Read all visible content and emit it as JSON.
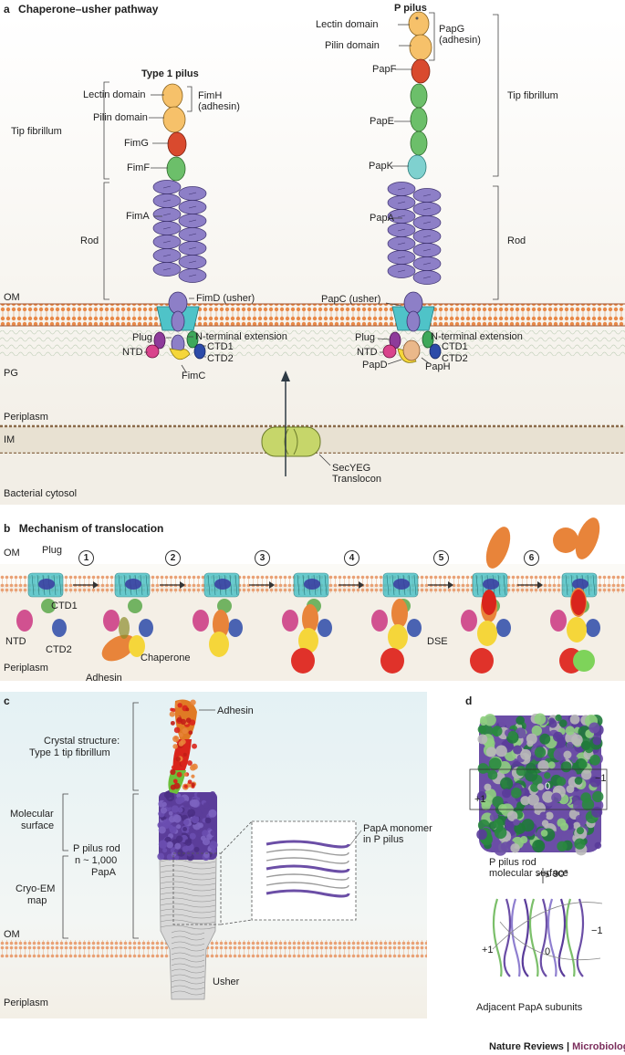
{
  "panel_a": {
    "letter": "a",
    "title": "Chaperone–usher pathway",
    "type1": {
      "title": "Type 1 pilus",
      "lectin": "Lectin domain",
      "pilin": "Pilin domain",
      "fimh1": "FimH",
      "fimh2": "(adhesin)",
      "tip": "Tip fibrillum",
      "fimg": "FimG",
      "fimf": "FimF",
      "rod": "Rod",
      "fima": "FimA",
      "usher": "FimD (usher)",
      "plug": "Plug",
      "nterm": "N-terminal extension",
      "ntd": "NTD",
      "ctd1": "CTD1",
      "ctd2": "CTD2",
      "chap": "FimC"
    },
    "p": {
      "title": "P pilus",
      "lectin": "Lectin domain",
      "pilin": "Pilin domain",
      "papg1": "PapG",
      "papg2": "(adhesin)",
      "papf": "PapF",
      "pape": "PapE",
      "papk": "PapK",
      "tip": "Tip fibrillum",
      "papa": "PapA",
      "rod": "Rod",
      "usher": "PapC (usher)",
      "plug": "Plug",
      "nterm": "N-terminal extension",
      "ntd": "NTD",
      "ctd1": "CTD1",
      "ctd2": "CTD2",
      "papd": "PapD",
      "paph": "PapH"
    },
    "om": "OM",
    "pg": "PG",
    "periplasm": "Periplasm",
    "im": "IM",
    "cytosol": "Bacterial cytosol",
    "secyeg": "SecYEG",
    "translocon": "Translocon"
  },
  "panel_b": {
    "letter": "b",
    "title": "Mechanism of translocation",
    "om": "OM",
    "plug": "Plug",
    "ctd1": "CTD1",
    "ntd": "NTD",
    "ctd2": "CTD2",
    "periplasm": "Periplasm",
    "adhesin": "Adhesin",
    "chaperone": "Chaperone",
    "dse": "DSE",
    "steps": [
      "1",
      "2",
      "3",
      "4",
      "5",
      "6"
    ]
  },
  "panel_c": {
    "letter": "c",
    "adhesin": "Adhesin",
    "crystal1": "Crystal structure:",
    "crystal2": "Type 1 tip fibrillum",
    "mol1": "Molecular",
    "mol2": "surface",
    "rod1": "P pilus rod",
    "rod2": "n ~ 1,000",
    "rod3": "PapA",
    "cryo1": "Cryo-EM",
    "cryo2": "map",
    "mono1": "PapA monomer",
    "mono2": "in P pilus",
    "om": "OM",
    "usher": "Usher",
    "periplasm": "Periplasm"
  },
  "panel_d": {
    "letter": "d",
    "minus1": "−1",
    "zero": "0",
    "plus1": "+1",
    "surf1": "P pilus rod",
    "surf2": "molecular surface",
    "rot": "90°",
    "b_plus1": "+1",
    "b_zero": "0",
    "b_minus1": "−1",
    "adjacent": "Adjacent PapA subunits"
  },
  "footer": {
    "journal": "Nature Reviews",
    "sep": " | ",
    "section": "Microbiology"
  },
  "colors": {
    "rod": "#8d7fc7",
    "membrane": "#e88a4a",
    "usher": "#4fc3c8",
    "lectin": "#f6c16a",
    "red": "#d94a2e",
    "green": "#6cbf6a",
    "teal": "#7fd1cf",
    "accent": "#7b2d5c"
  }
}
